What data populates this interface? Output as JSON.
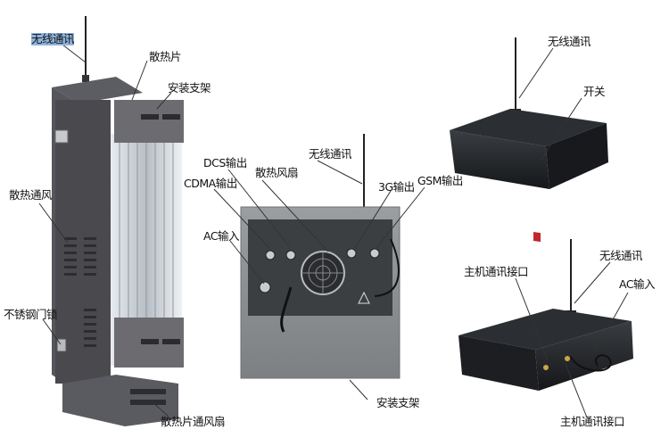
{
  "labels": {
    "cabinet_wireless": "无线通讯",
    "cabinet_heatsink": "散热片",
    "cabinet_bracket": "安装支架",
    "cabinet_vent": "散热通风",
    "cabinet_lock": "不锈钢门锁",
    "cabinet_fan": "散热片通风扇",
    "front_dcs": "DCS输出",
    "front_fan": "散热风扇",
    "front_wireless": "无线通讯",
    "front_cdma": "CDMA输出",
    "front_3g": "3G输出",
    "front_gsm": "GSM输出",
    "front_ac": "AC输入",
    "front_bracket": "安装支架",
    "rack1_wireless": "无线通讯",
    "rack1_switch": "开关",
    "rack2_host_port": "主机通讯接口",
    "rack2_wireless": "无线通讯",
    "rack2_ac": "AC输入",
    "rack2_host_port_bottom": "主机通讯接口"
  },
  "colors": {
    "cabinet_dark": "#4a4a4e",
    "cabinet_side": "#6b6b70",
    "fin": "#c9cfd4",
    "panel_gray": "#8a8d90",
    "panel_dark": "#3c3f42",
    "rack_black": "#1f2124",
    "switch_red": "#c0262a"
  }
}
